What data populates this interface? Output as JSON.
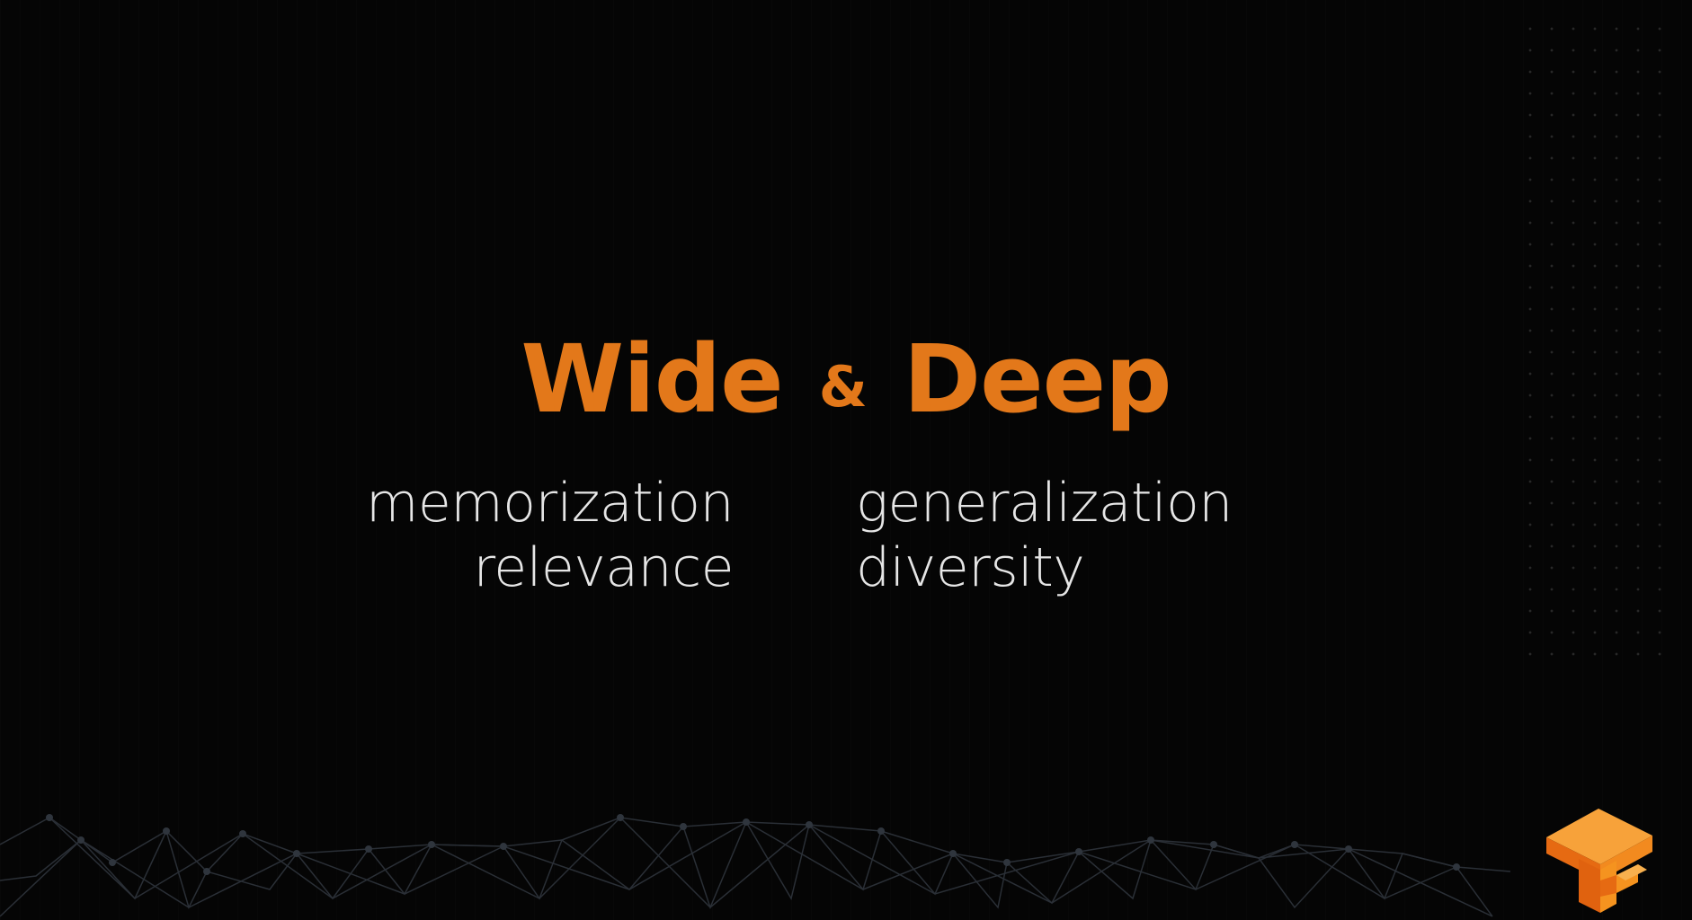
{
  "slide": {
    "title_left": "Wide",
    "title_amp": "&",
    "title_right": "Deep",
    "left_terms": [
      "memorization",
      "relevance"
    ],
    "right_terms": [
      "generalization",
      "diversity"
    ],
    "logo_icon": "tensorflow-logo-icon",
    "colors": {
      "accent": "#E3781A",
      "text": "#e6e6e6",
      "background": "#050505"
    }
  }
}
